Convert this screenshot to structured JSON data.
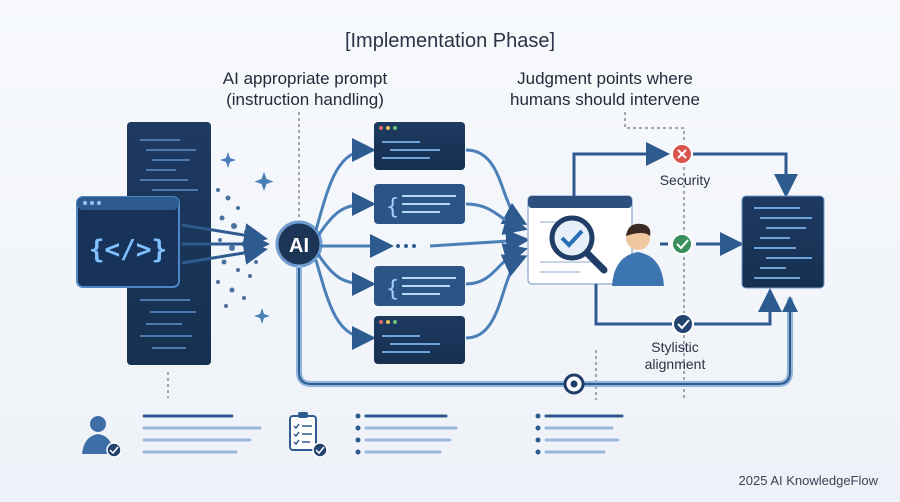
{
  "header": {
    "title": "[Implementation Phase]"
  },
  "annotations": {
    "left_heading": "AI appropriate prompt\n(instruction handling)",
    "right_heading": "Judgment points where\nhumans should intervene",
    "ai_node": "AI",
    "code_symbol": "{</>}",
    "security": "Security",
    "stylistic": "Stylistic\nalignment"
  },
  "footer": {
    "credit": "2025 AI KnowledgeFlow"
  },
  "icons": [
    "code-editor-icon",
    "ai-node-icon",
    "magnifier-check-icon",
    "person-icon",
    "reject-icon",
    "approve-icon",
    "user-check-icon",
    "clipboard-checklist-icon"
  ],
  "colors": {
    "dark_blue": "#1d3b63",
    "mid_blue": "#3d6fa6",
    "light_blue": "#8fb4dc",
    "accent_green": "#3a8f5c",
    "accent_red": "#d9534f"
  }
}
